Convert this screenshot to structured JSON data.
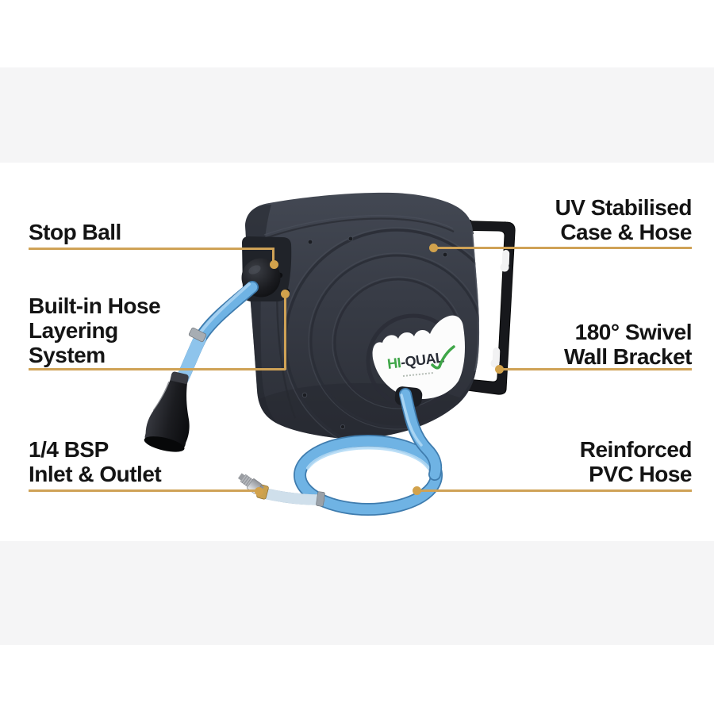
{
  "callouts": {
    "stop_ball": {
      "lines": [
        "Stop Ball"
      ]
    },
    "hose_layering": {
      "lines": [
        "Built-in Hose",
        "Layering",
        "System"
      ]
    },
    "inlet_outlet": {
      "lines": [
        "1/4 BSP",
        "Inlet & Outlet"
      ]
    },
    "uv_case": {
      "lines": [
        "UV Stabilised",
        "Case & Hose"
      ]
    },
    "swivel_bracket": {
      "lines": [
        "180° Swivel",
        "Wall Bracket"
      ]
    },
    "pvc_hose": {
      "lines": [
        "Reinforced",
        "PVC Hose"
      ]
    }
  },
  "logo": {
    "prefix": "HI",
    "suffix": "-QUAL"
  },
  "colors": {
    "callout_accent": "#cfa256",
    "label_text": "#141414",
    "case_body": "#373b45",
    "bracket_black": "#17181c",
    "hose_blue": "#6fb3e4",
    "logo_green": "#3fa648",
    "band_gray": "#f5f5f6"
  }
}
